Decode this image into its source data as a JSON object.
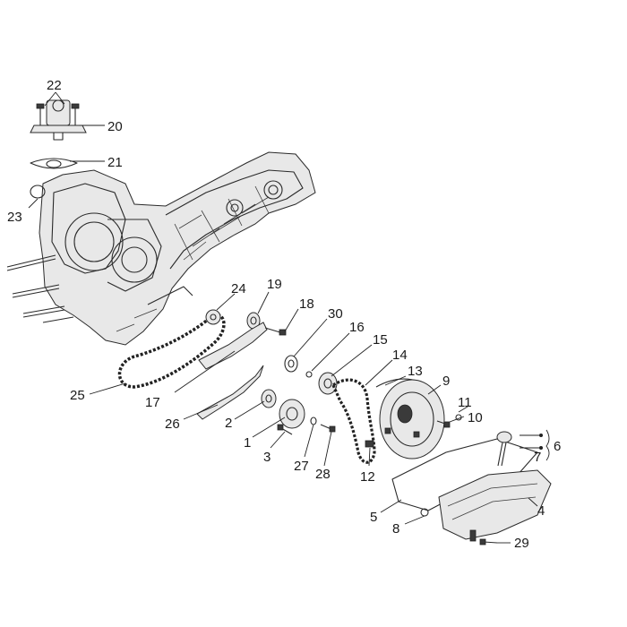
{
  "diagram": {
    "part_labels": [
      "1",
      "2",
      "3",
      "4",
      "5",
      "6",
      "7",
      "8",
      "9",
      "10",
      "11",
      "12",
      "13",
      "14",
      "15",
      "16",
      "17",
      "18",
      "19",
      "20",
      "21",
      "22",
      "23",
      "24",
      "25",
      "26",
      "27",
      "28",
      "29",
      "30"
    ],
    "line_color": "#2a2a2a",
    "background": "#ffffff"
  }
}
